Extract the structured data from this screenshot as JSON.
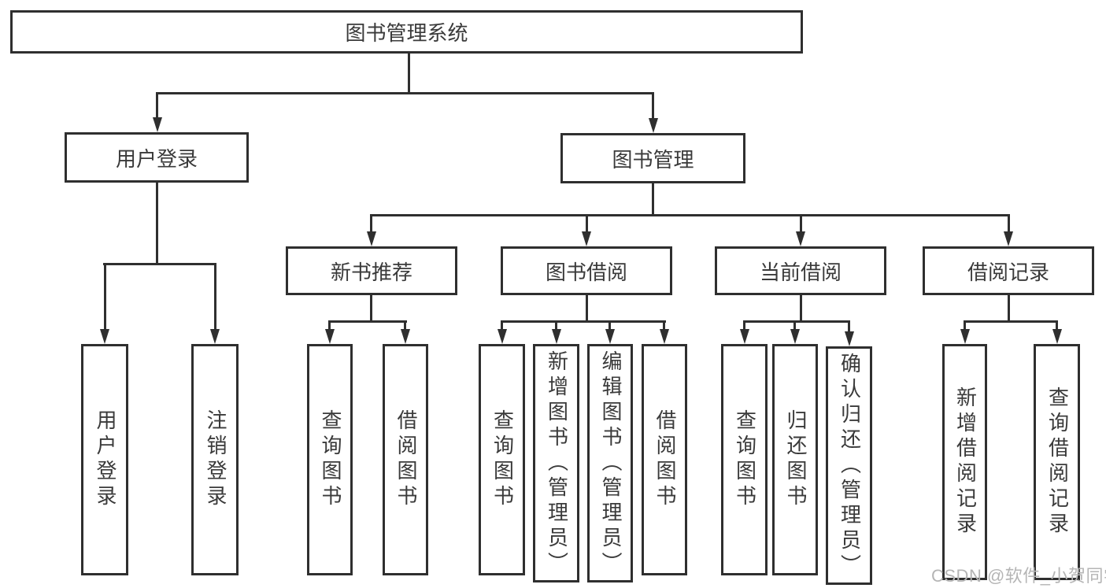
{
  "colors": {
    "background": "#ffffff",
    "line": "#2f2f2f",
    "box_border": "#2f2f2f",
    "text": "#3a3a3a",
    "watermark": "#b5b5b5"
  },
  "tree": {
    "root": {
      "label": "图书管理系统"
    },
    "branches": [
      {
        "label": "用户登录",
        "children": [
          {
            "label": "用户登录"
          },
          {
            "label": "注销登录"
          }
        ]
      },
      {
        "label": "图书管理",
        "children": [
          {
            "label": "新书推荐",
            "children": [
              {
                "label": "查询图书"
              },
              {
                "label": "借阅图书"
              }
            ]
          },
          {
            "label": "图书借阅",
            "children": [
              {
                "label": "查询图书"
              },
              {
                "label": "新增图书（管理员）"
              },
              {
                "label": "编辑图书（管理员）"
              },
              {
                "label": "借阅图书"
              }
            ]
          },
          {
            "label": "当前借阅",
            "children": [
              {
                "label": "查询图书"
              },
              {
                "label": "归还图书"
              },
              {
                "label": "确认归还（管理员）"
              }
            ]
          },
          {
            "label": "借阅记录",
            "children": [
              {
                "label": "新增借阅记录"
              },
              {
                "label": "查询借阅记录"
              }
            ]
          }
        ]
      }
    ]
  },
  "watermark": {
    "text": "CSDN @软件_小贺同学"
  }
}
